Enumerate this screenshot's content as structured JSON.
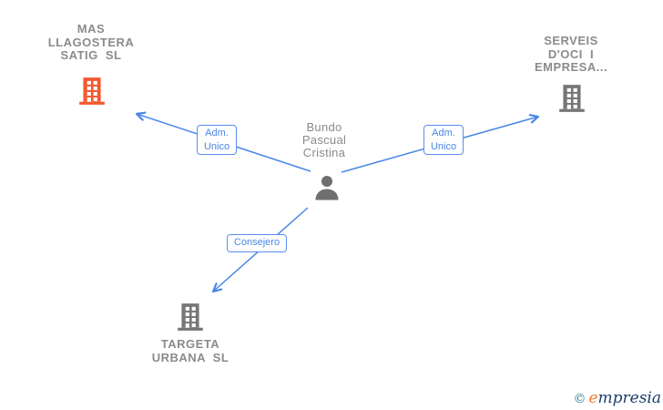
{
  "diagram": {
    "nodes": {
      "mas": {
        "type": "company",
        "lines": [
          "MAS",
          "LLAGOSTERA",
          "SATIG SL"
        ]
      },
      "serveis": {
        "type": "company",
        "lines": [
          "SERVEIS",
          "D'OCI I",
          "EMPRESA..."
        ]
      },
      "targeta": {
        "type": "company",
        "lines": [
          "TARGETA",
          "URBANA SL"
        ]
      },
      "person": {
        "type": "person",
        "lines": [
          "Bundo",
          "Pascual",
          "Cristina"
        ]
      }
    },
    "edges": {
      "left": {
        "label_line1": "Adm.",
        "label_line2": "Unico"
      },
      "right": {
        "label_line1": "Adm.",
        "label_line2": "Unico"
      },
      "bottom": {
        "label": "Consejero"
      }
    },
    "colors": {
      "edge_blue": "#4a86e8",
      "label_border_blue": "#5b8def",
      "label_text_blue": "#4a86e8",
      "name_text_gray": "#8b8b8b",
      "building_gray": "#767676",
      "building_orange": "#f4592e",
      "person_gray": "#6f6f6f"
    },
    "icons": {
      "company": "building-icon",
      "person": "person-icon"
    }
  },
  "branding": {
    "copyright_symbol": "©",
    "logo_first_letter": "e",
    "logo_rest": "mpresia",
    "logo_teal": "#2e7d8e",
    "logo_orange": "#ee7b30",
    "logo_navy": "#1d3d6b"
  }
}
